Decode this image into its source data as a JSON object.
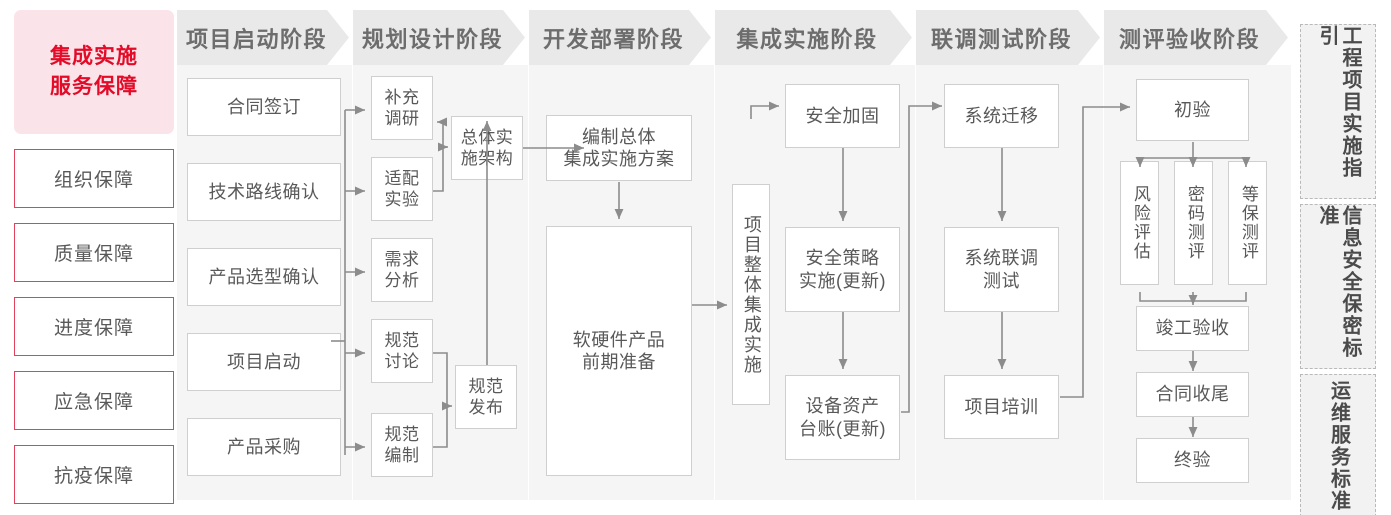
{
  "colors": {
    "accent_red": "#e30b28",
    "rail_border": "#e2425c",
    "rail_title_bg": "#fbe4e9",
    "header_bg": "#e9e9e9",
    "column_bg": "#f5f5f5",
    "box_border": "#cfcfcf",
    "text": "#595959",
    "wire": "#8c8c8c",
    "standards_bg": "#f2f2f2",
    "standards_border": "#b9b9b9"
  },
  "rail": {
    "title": "集成实施\n服务保障",
    "title_line1": "集成实施",
    "title_line2": "服务保障",
    "items": [
      {
        "label": "组织保障"
      },
      {
        "label": "质量保障"
      },
      {
        "label": "进度保障"
      },
      {
        "label": "应急保障"
      },
      {
        "label": "抗疫保障"
      }
    ]
  },
  "phases": [
    {
      "id": "startup",
      "title": "项目启动阶段",
      "nodes": [
        {
          "id": "contract-signing",
          "label": "合同签订"
        },
        {
          "id": "tech-route-confirm",
          "label": "技术路线确认"
        },
        {
          "id": "product-selection-confirm",
          "label": "产品选型确认"
        },
        {
          "id": "project-kickoff",
          "label": "项目启动"
        },
        {
          "id": "product-procurement",
          "label": "产品采购"
        }
      ]
    },
    {
      "id": "planning",
      "title": "规划设计阶段",
      "nodes": [
        {
          "id": "supplementary-research",
          "label": "补充\n调研",
          "l1": "补充",
          "l2": "调研"
        },
        {
          "id": "adaptation-experiment",
          "label": "适配\n实验",
          "l1": "适配",
          "l2": "实验"
        },
        {
          "id": "requirement-analysis",
          "label": "需求\n分析",
          "l1": "需求",
          "l2": "分析"
        },
        {
          "id": "spec-discussion",
          "label": "规范\n讨论",
          "l1": "规范",
          "l2": "讨论"
        },
        {
          "id": "spec-drafting",
          "label": "规范\n编制",
          "l1": "规范",
          "l2": "编制"
        },
        {
          "id": "overall-impl-architecture",
          "label": "总体实\n施架构",
          "l1": "总体实",
          "l2": "施架构"
        },
        {
          "id": "spec-release",
          "label": "规范\n发布",
          "l1": "规范",
          "l2": "发布"
        }
      ]
    },
    {
      "id": "development",
      "title": "开发部署阶段",
      "nodes": [
        {
          "id": "compile-overall-plan",
          "label": "编制总体\n集成实施方案",
          "l1": "编制总体",
          "l2": "集成实施方案"
        },
        {
          "id": "hw-sw-preparation",
          "label": "软硬件产品\n前期准备",
          "l1": "软硬件产品",
          "l2": "前期准备"
        }
      ]
    },
    {
      "id": "integration",
      "title": "集成实施阶段",
      "nodes": [
        {
          "id": "project-overall-integration",
          "label": "项目整体集成实施"
        },
        {
          "id": "security-hardening",
          "label": "安全加固"
        },
        {
          "id": "security-policy-impl",
          "label": "安全策略\n实施(更新)",
          "l1": "安全策略",
          "l2": "实施(更新)"
        },
        {
          "id": "equipment-asset-ledger",
          "label": "设备资产\n台账(更新)",
          "l1": "设备资产",
          "l2": "台账(更新)"
        }
      ]
    },
    {
      "id": "joint-testing",
      "title": "联调测试阶段",
      "nodes": [
        {
          "id": "system-migration",
          "label": "系统迁移"
        },
        {
          "id": "system-joint-test",
          "label": "系统联调\n测试",
          "l1": "系统联调",
          "l2": "测试"
        },
        {
          "id": "project-training",
          "label": "项目培训"
        }
      ]
    },
    {
      "id": "acceptance",
      "title": "测评验收阶段",
      "nodes": [
        {
          "id": "preliminary-acceptance",
          "label": "初验"
        },
        {
          "id": "risk-assessment",
          "label": "风险评估"
        },
        {
          "id": "crypto-evaluation",
          "label": "密码测评"
        },
        {
          "id": "mlps-evaluation",
          "label": "等保测评"
        },
        {
          "id": "completion-acceptance",
          "label": "竣工验收"
        },
        {
          "id": "contract-closeout",
          "label": "合同收尾"
        },
        {
          "id": "final-acceptance",
          "label": "终验"
        }
      ]
    }
  ],
  "standards": [
    {
      "id": "engineering-project-guide",
      "label": "工程项目实施指引"
    },
    {
      "id": "info-security-confidentiality-standard",
      "label": "信息安全保密标准"
    },
    {
      "id": "om-service-standard",
      "label": "运维服务标准"
    }
  ]
}
